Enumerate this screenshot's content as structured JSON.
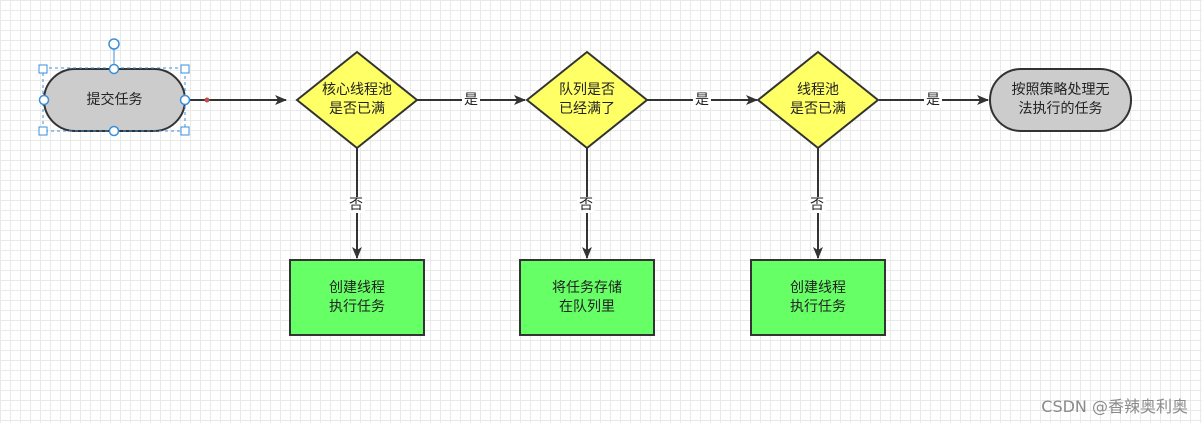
{
  "nodes": {
    "submit": {
      "label": "提交任务",
      "fill": "#cccccc"
    },
    "core_decision": {
      "label": "核心线程池\n是否已满",
      "fill": "#ffff66"
    },
    "queue_decision": {
      "label": "队列是否\n已经满了",
      "fill": "#ffff66"
    },
    "pool_decision": {
      "label": "线程池\n是否已满",
      "fill": "#ffff66"
    },
    "reject": {
      "label": "按照策略处理无\n法执行的任务",
      "fill": "#cccccc"
    },
    "create_core": {
      "label": "创建线程\n执行任务",
      "fill": "#66ff66"
    },
    "enqueue": {
      "label": "将任务存储\n在队列里",
      "fill": "#66ff66"
    },
    "create_thread": {
      "label": "创建线程\n执行任务",
      "fill": "#66ff66"
    }
  },
  "edges": {
    "yes_1": "是",
    "yes_2": "是",
    "yes_3": "是",
    "no_1": "否",
    "no_2": "否",
    "no_3": "否"
  },
  "colors": {
    "stroke": "#333333",
    "selection": "#3b8fd9",
    "anchor": "#c0504d",
    "grid": "#e9e9e9"
  },
  "watermark": "CSDN @香辣奥利奥"
}
